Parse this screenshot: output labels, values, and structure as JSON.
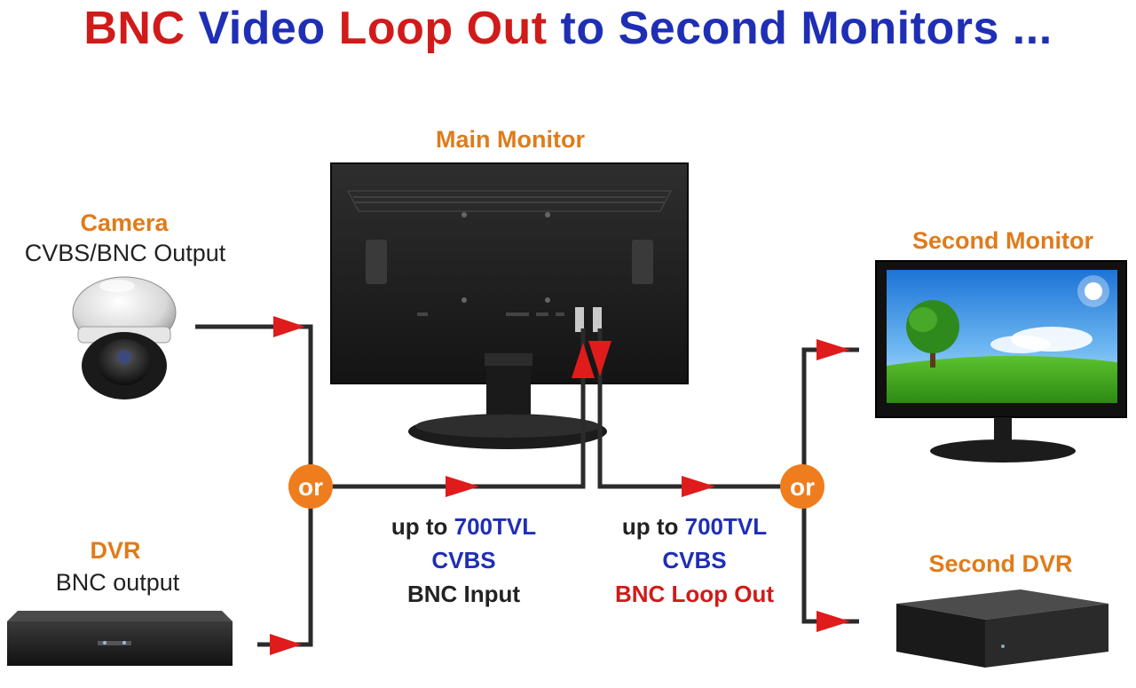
{
  "title": {
    "part1": "BNC",
    "part2": "Video",
    "part3": "Loop Out",
    "part4": "to Second Monitors ..."
  },
  "colors": {
    "title_red": "#d11a1a",
    "title_blue": "#1f2fb5",
    "label_orange": "#e07b1a",
    "wire": "#2b2b2b",
    "arrow": "#e01b1b",
    "or_badge": "#ef7d1e"
  },
  "devices": {
    "camera": {
      "name": "Camera",
      "desc": "CVBS/BNC Output"
    },
    "dvr": {
      "name": "DVR",
      "desc": "BNC output"
    },
    "main_monitor": {
      "name": "Main Monitor"
    },
    "second_monitor": {
      "name": "Second Monitor"
    },
    "second_dvr": {
      "name": "Second DVR"
    }
  },
  "or_label": "or",
  "input_spec": {
    "prefix": "up to ",
    "resolution": "700TVL",
    "format": "CVBS",
    "port": "BNC Input"
  },
  "output_spec": {
    "prefix": "up to ",
    "resolution": "700TVL",
    "format": "CVBS",
    "port": "BNC Loop Out"
  }
}
